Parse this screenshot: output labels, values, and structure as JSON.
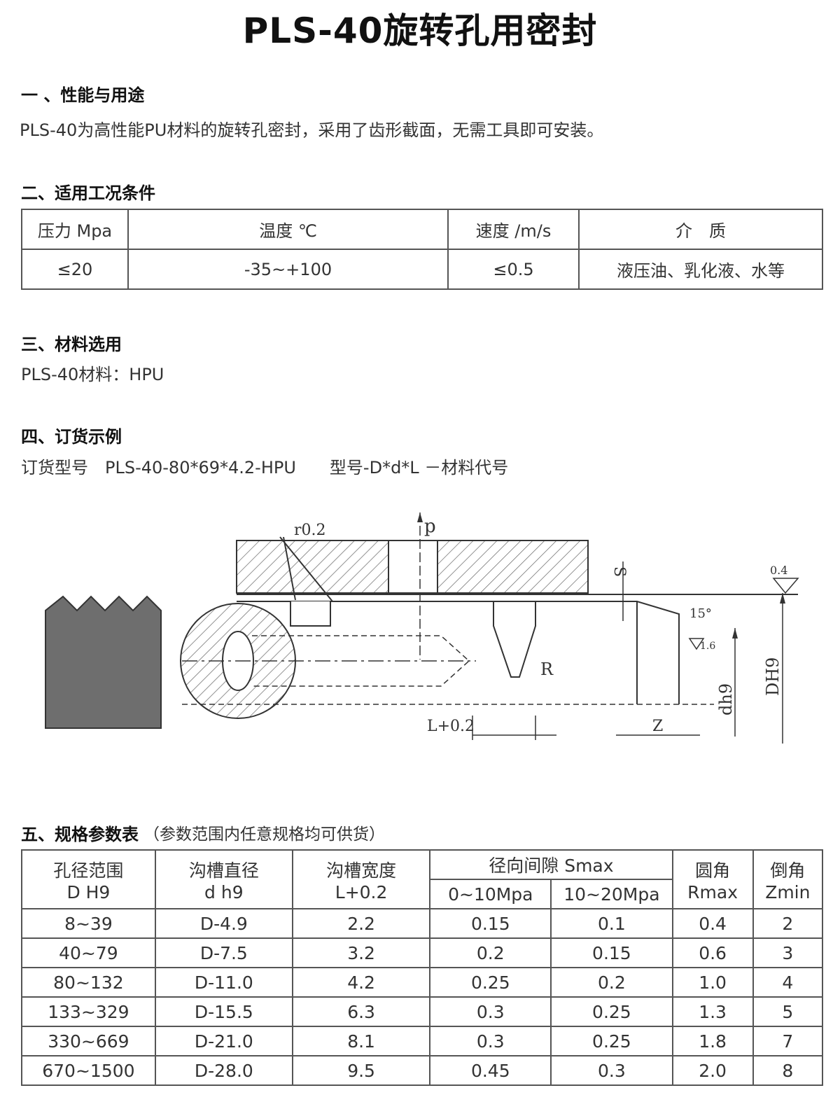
{
  "title": "PLS-40旋转孔用密封",
  "s1": {
    "heading": "一 、性能与用途",
    "text": "PLS-40为高性能PU材料的旋转孔密封，采用了齿形截面，无需工具即可安装。"
  },
  "s2": {
    "heading": "二、适用工况条件",
    "headers": [
      "压力 Mpa",
      "温度 ℃",
      "速度 /m/s",
      "介　质"
    ],
    "values": [
      "≤20",
      "-35~+100",
      "≤0.5",
      "液压油、乳化液、水等"
    ]
  },
  "s3": {
    "heading": "三、材料选用",
    "text": "PLS-40材料：HPU"
  },
  "s4": {
    "heading": "四、订货示例",
    "text": "订货型号　PLS-40-80*69*4.2-HPU　　型号-D*d*L －材料代号"
  },
  "drawing": {
    "r02": "r0.2",
    "p": "p",
    "S": "S",
    "angle15": "15°",
    "R": "R",
    "L02": "L+0.2",
    "Z": "Z",
    "dh9": "dh9",
    "DH9": "DH9",
    "ra04": "0.4",
    "ra16": "1.6"
  },
  "s5": {
    "heading": "五、规格参数表",
    "note": "（参数范围内任意规格均可供货）",
    "headers": {
      "bore": [
        "孔径范围",
        "D H9"
      ],
      "groove_d": [
        "沟槽直径",
        "d h9"
      ],
      "groove_w": [
        "沟槽宽度",
        "L+0.2"
      ],
      "smax": "径向间隙 Smax",
      "p1": "0~10Mpa",
      "p2": "10~20Mpa",
      "r": [
        "圆角",
        "Rmax"
      ],
      "z": [
        "倒角",
        "Zmin"
      ]
    },
    "rows": [
      [
        "8~39",
        "D-4.9",
        "2.2",
        "0.15",
        "0.1",
        "0.4",
        "2"
      ],
      [
        "40~79",
        "D-7.5",
        "3.2",
        "0.2",
        "0.15",
        "0.6",
        "3"
      ],
      [
        "80~132",
        "D-11.0",
        "4.2",
        "0.25",
        "0.2",
        "1.0",
        "4"
      ],
      [
        "133~329",
        "D-15.5",
        "6.3",
        "0.3",
        "0.25",
        "1.3",
        "5"
      ],
      [
        "330~669",
        "D-21.0",
        "8.1",
        "0.3",
        "0.25",
        "1.8",
        "7"
      ],
      [
        "670~1500",
        "D-28.0",
        "9.5",
        "0.45",
        "0.3",
        "2.0",
        "8"
      ]
    ]
  }
}
